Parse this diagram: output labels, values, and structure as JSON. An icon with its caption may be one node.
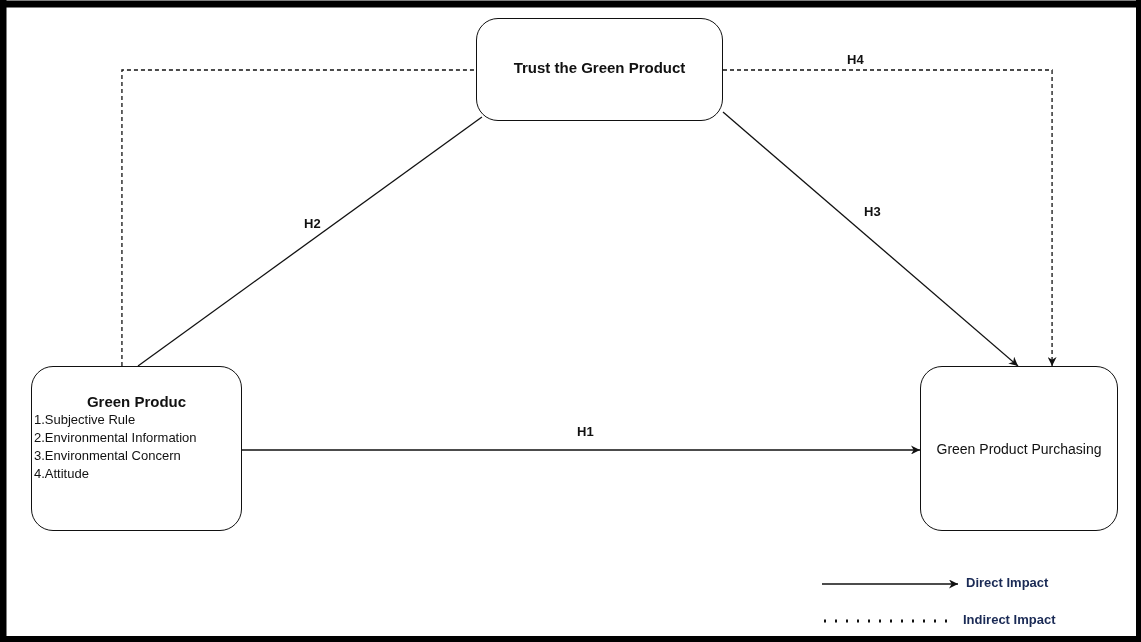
{
  "diagram": {
    "nodes": [
      {
        "text": [
          "Trust the Green Product"
        ]
      },
      {
        "text": [
          "Green Produc",
          "1.Subjective Rule",
          "2.Environmental Information",
          "3.Environmental Concern",
          "4.Attitude"
        ]
      },
      {
        "text": [
          "Green Product Purchasing"
        ]
      }
    ],
    "edges": [
      {
        "from": 1,
        "to": 2,
        "arrow": "to",
        "label": "H1"
      },
      {
        "from": 1,
        "to": 0,
        "arrow": "none",
        "label": "H2"
      },
      {
        "from": 0,
        "to": 2,
        "arrow": "to",
        "label": "H3"
      },
      {
        "from": 1,
        "to": 0,
        "arrow": "none",
        "style": "dashed"
      },
      {
        "from": 0,
        "to": 2,
        "arrow": "to",
        "style": "dashed",
        "label": "H4"
      }
    ],
    "legend": [
      {
        "text": "Direct Impact"
      },
      {
        "text": "Indirect Impact"
      }
    ]
  }
}
